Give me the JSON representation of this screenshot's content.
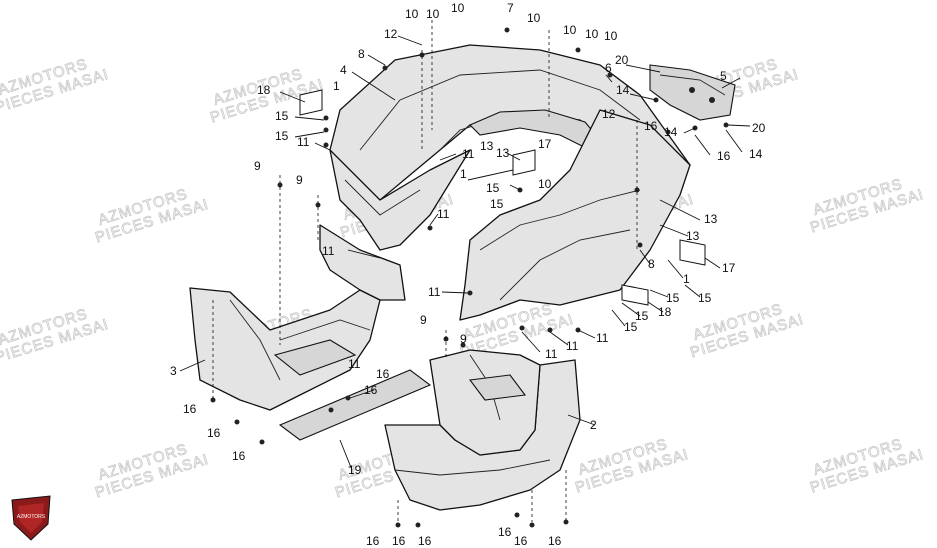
{
  "diagram": {
    "watermark_line1": "AZMOTORS",
    "watermark_line2": "PIECES MASAI",
    "logo_text": "AZMOTORS",
    "callouts": [
      "10",
      "10",
      "10",
      "7",
      "10",
      "12",
      "10",
      "10",
      "10",
      "8",
      "4",
      "6",
      "20",
      "5",
      "18",
      "1",
      "15",
      "15",
      "11",
      "14",
      "12",
      "16",
      "14",
      "20",
      "13",
      "13",
      "17",
      "16",
      "14",
      "1",
      "15",
      "15",
      "10",
      "11",
      "11",
      "9",
      "9",
      "11",
      "11",
      "13",
      "8",
      "13",
      "1",
      "17",
      "11",
      "15",
      "15",
      "18",
      "15",
      "15",
      "9",
      "11",
      "11",
      "9",
      "11",
      "3",
      "16",
      "16",
      "16",
      "16",
      "16",
      "2",
      "19",
      "16",
      "16",
      "16",
      "16",
      "16",
      "16"
    ]
  }
}
